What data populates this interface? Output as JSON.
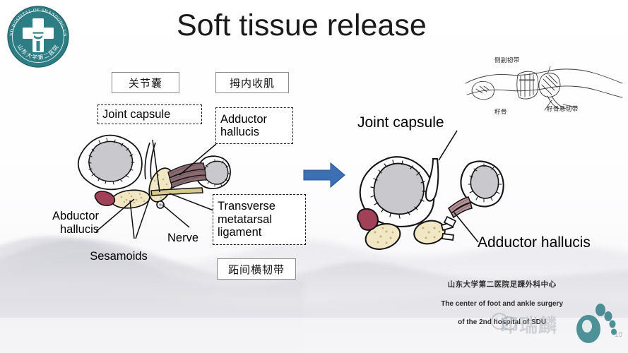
{
  "slide": {
    "title": "Soft tissue release",
    "background_color": "#fdfdfd",
    "arrow_color": "#4472C4"
  },
  "logo": {
    "name": "second-hospital-of-shandong-university-seal",
    "outer_text": "THE SECOND HOSPITAL OF SHANDONG UNIVERSITY",
    "inner_text_cn": "山东大学第二医院",
    "color": "#2d7d84"
  },
  "left_diagram": {
    "caption_boxes_cn": [
      {
        "text": "关节囊"
      },
      {
        "text": "拇内收肌"
      },
      {
        "text": "跖间横韧带"
      }
    ],
    "caption_boxes_en": [
      {
        "text": "Joint capsule"
      },
      {
        "text": "Adductor\nhallucis"
      },
      {
        "text": "Transverse\nmetatarsal\nligament"
      }
    ],
    "plain_labels": [
      {
        "text": "Abductor\nhallucis"
      },
      {
        "text": "Sesamoids"
      },
      {
        "text": "Nerve"
      }
    ],
    "colors": {
      "bone_outline": "#1b1b1b",
      "marrow": "#c9c9cd",
      "sesamoid": "#f2e7c4",
      "abductor_muscle": "#a04158",
      "adductor_fibers": "#8a6b72",
      "ligament": "#b9a86a"
    }
  },
  "right_diagram": {
    "labels": [
      {
        "text": "Joint capsule"
      },
      {
        "text": "Adductor hallucis"
      }
    ]
  },
  "inset_diagram": {
    "labels": [
      {
        "text": "侧副韧带"
      },
      {
        "text": "籽骨"
      },
      {
        "text": "籽骨悬韧带"
      }
    ]
  },
  "footer": {
    "line_cn": "山东大学第二医院足踝外科中心",
    "line_en_1": "The center of foot and ankle surgery",
    "line_en_2": "of the 2nd hospital of SDU",
    "page_number": "10",
    "watermark_text": "印瑞麟"
  }
}
